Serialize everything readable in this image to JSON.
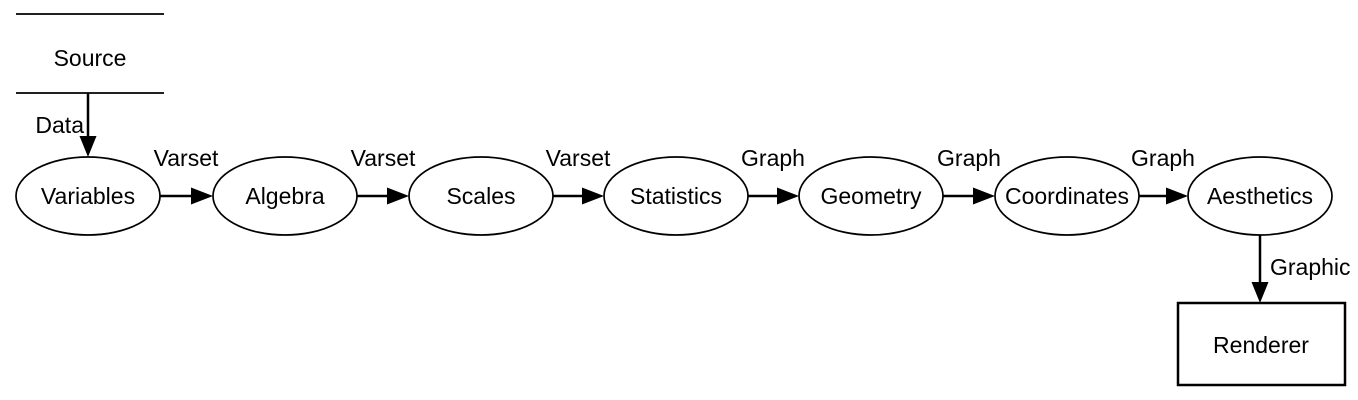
{
  "diagram": {
    "description": "Data flow pipeline diagram",
    "colors": {
      "background": "#ffffff",
      "stroke": "#000000",
      "text": "#000000"
    },
    "nodes": [
      {
        "id": "source",
        "label": "Source",
        "shape": "file-lines"
      },
      {
        "id": "variables",
        "label": "Variables",
        "shape": "ellipse"
      },
      {
        "id": "algebra",
        "label": "Algebra",
        "shape": "ellipse"
      },
      {
        "id": "scales",
        "label": "Scales",
        "shape": "ellipse"
      },
      {
        "id": "statistics",
        "label": "Statistics",
        "shape": "ellipse"
      },
      {
        "id": "geometry",
        "label": "Geometry",
        "shape": "ellipse"
      },
      {
        "id": "coordinates",
        "label": "Coordinates",
        "shape": "ellipse"
      },
      {
        "id": "aesthetics",
        "label": "Aesthetics",
        "shape": "ellipse"
      },
      {
        "id": "renderer",
        "label": "Renderer",
        "shape": "rectangle"
      }
    ],
    "edges": [
      {
        "from": "source",
        "to": "variables",
        "label": "Data"
      },
      {
        "from": "variables",
        "to": "algebra",
        "label": "Varset"
      },
      {
        "from": "algebra",
        "to": "scales",
        "label": "Varset"
      },
      {
        "from": "scales",
        "to": "statistics",
        "label": "Varset"
      },
      {
        "from": "statistics",
        "to": "geometry",
        "label": "Graph"
      },
      {
        "from": "geometry",
        "to": "coordinates",
        "label": "Graph"
      },
      {
        "from": "coordinates",
        "to": "aesthetics",
        "label": "Graph"
      },
      {
        "from": "aesthetics",
        "to": "renderer",
        "label": "Graphic"
      }
    ]
  }
}
